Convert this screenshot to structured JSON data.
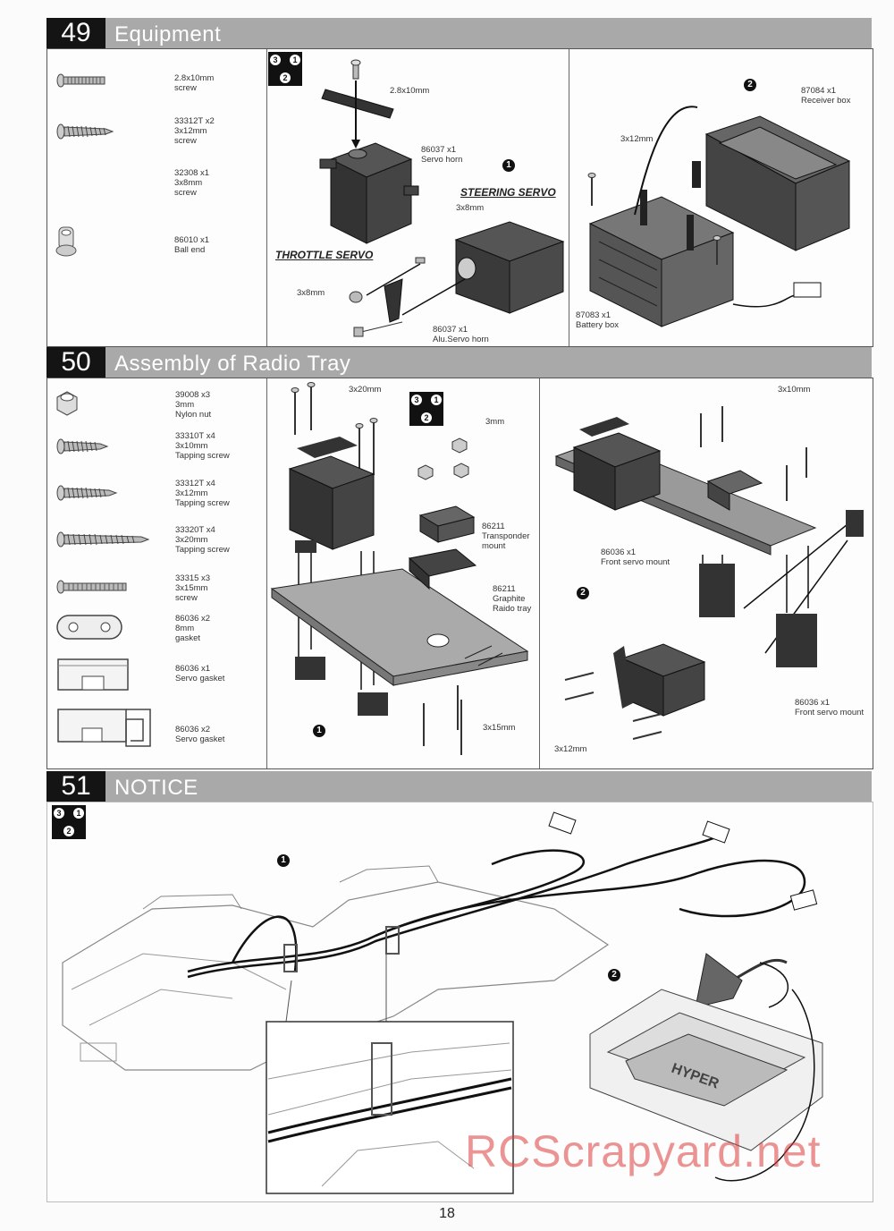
{
  "steps": {
    "s49": {
      "number": "49",
      "title": "Equipment"
    },
    "s50": {
      "number": "50",
      "title": "Assembly of Radio Tray"
    },
    "s51": {
      "number": "51",
      "title": "NOTICE"
    }
  },
  "order_badge": {
    "a": "3",
    "b": "1",
    "c": "2"
  },
  "parts49": [
    {
      "text": "2.8x10mm\nscrew",
      "icon": "screw-icon"
    },
    {
      "text": "33312T  x2\n3x12mm\nscrew",
      "icon": "tapping-screw-icon"
    },
    {
      "text": "32308  x1\n3x8mm\nscrew",
      "icon": "screw-icon"
    },
    {
      "text": "86010  x1\nBall end",
      "icon": "ball-end-icon"
    }
  ],
  "s49_labels": {
    "screw_2810": "2.8x10mm",
    "servo_horn": "86037  x1\nServo horn",
    "steering": "STEERING SERVO",
    "screw_38_a": "3x8mm",
    "throttle": "THROTTLE SERVO",
    "screw_38_b": "3x8mm",
    "alu_horn": "86037  x1\nAlu.Servo horn",
    "screw_312": "3x12mm",
    "receiver_box": "87084  x1\nReceiver box",
    "battery_box": "87083  x1\nBattery box",
    "circle1": "1",
    "circle2": "2"
  },
  "parts50": [
    {
      "text": "39008  x3\n3mm\nNylon nut",
      "icon": "nylon-nut-icon"
    },
    {
      "text": "33310T  x4\n3x10mm\nTapping screw",
      "icon": "tapping-screw-icon"
    },
    {
      "text": "33312T  x4\n3x12mm\nTapping screw",
      "icon": "tapping-screw-icon"
    },
    {
      "text": "33320T  x4\n3x20mm\nTapping screw",
      "icon": "tapping-screw-icon"
    },
    {
      "text": "33315  x3\n3x15mm\nscrew",
      "icon": "screw-icon"
    },
    {
      "text": "86036  x2\n8mm\ngasket",
      "icon": "gasket-icon"
    },
    {
      "text": "86036  x1\nServo gasket",
      "icon": "servo-gasket-icon"
    },
    {
      "text": "86036  x2\nServo gasket",
      "icon": "servo-gasket-icon"
    }
  ],
  "s50_labels": {
    "screw_320": "3x20mm",
    "nut_3": "3mm",
    "transponder": "86211\nTransponder\nmount",
    "tray": "86211\nGraphite\nRaido tray",
    "screw_315": "3x15mm",
    "screw_310": "3x10mm",
    "front_mount_a": "86036  x1\nFront servo mount",
    "front_mount_b": "86036  x1\nFront servo mount",
    "screw_312": "3x12mm",
    "circle1": "1",
    "circle2": "2"
  },
  "s51_labels": {
    "circle1": "1",
    "circle2": "2",
    "battery_brand": "HYPER"
  },
  "page_number": "18",
  "watermark": "RCScrapyard.net"
}
